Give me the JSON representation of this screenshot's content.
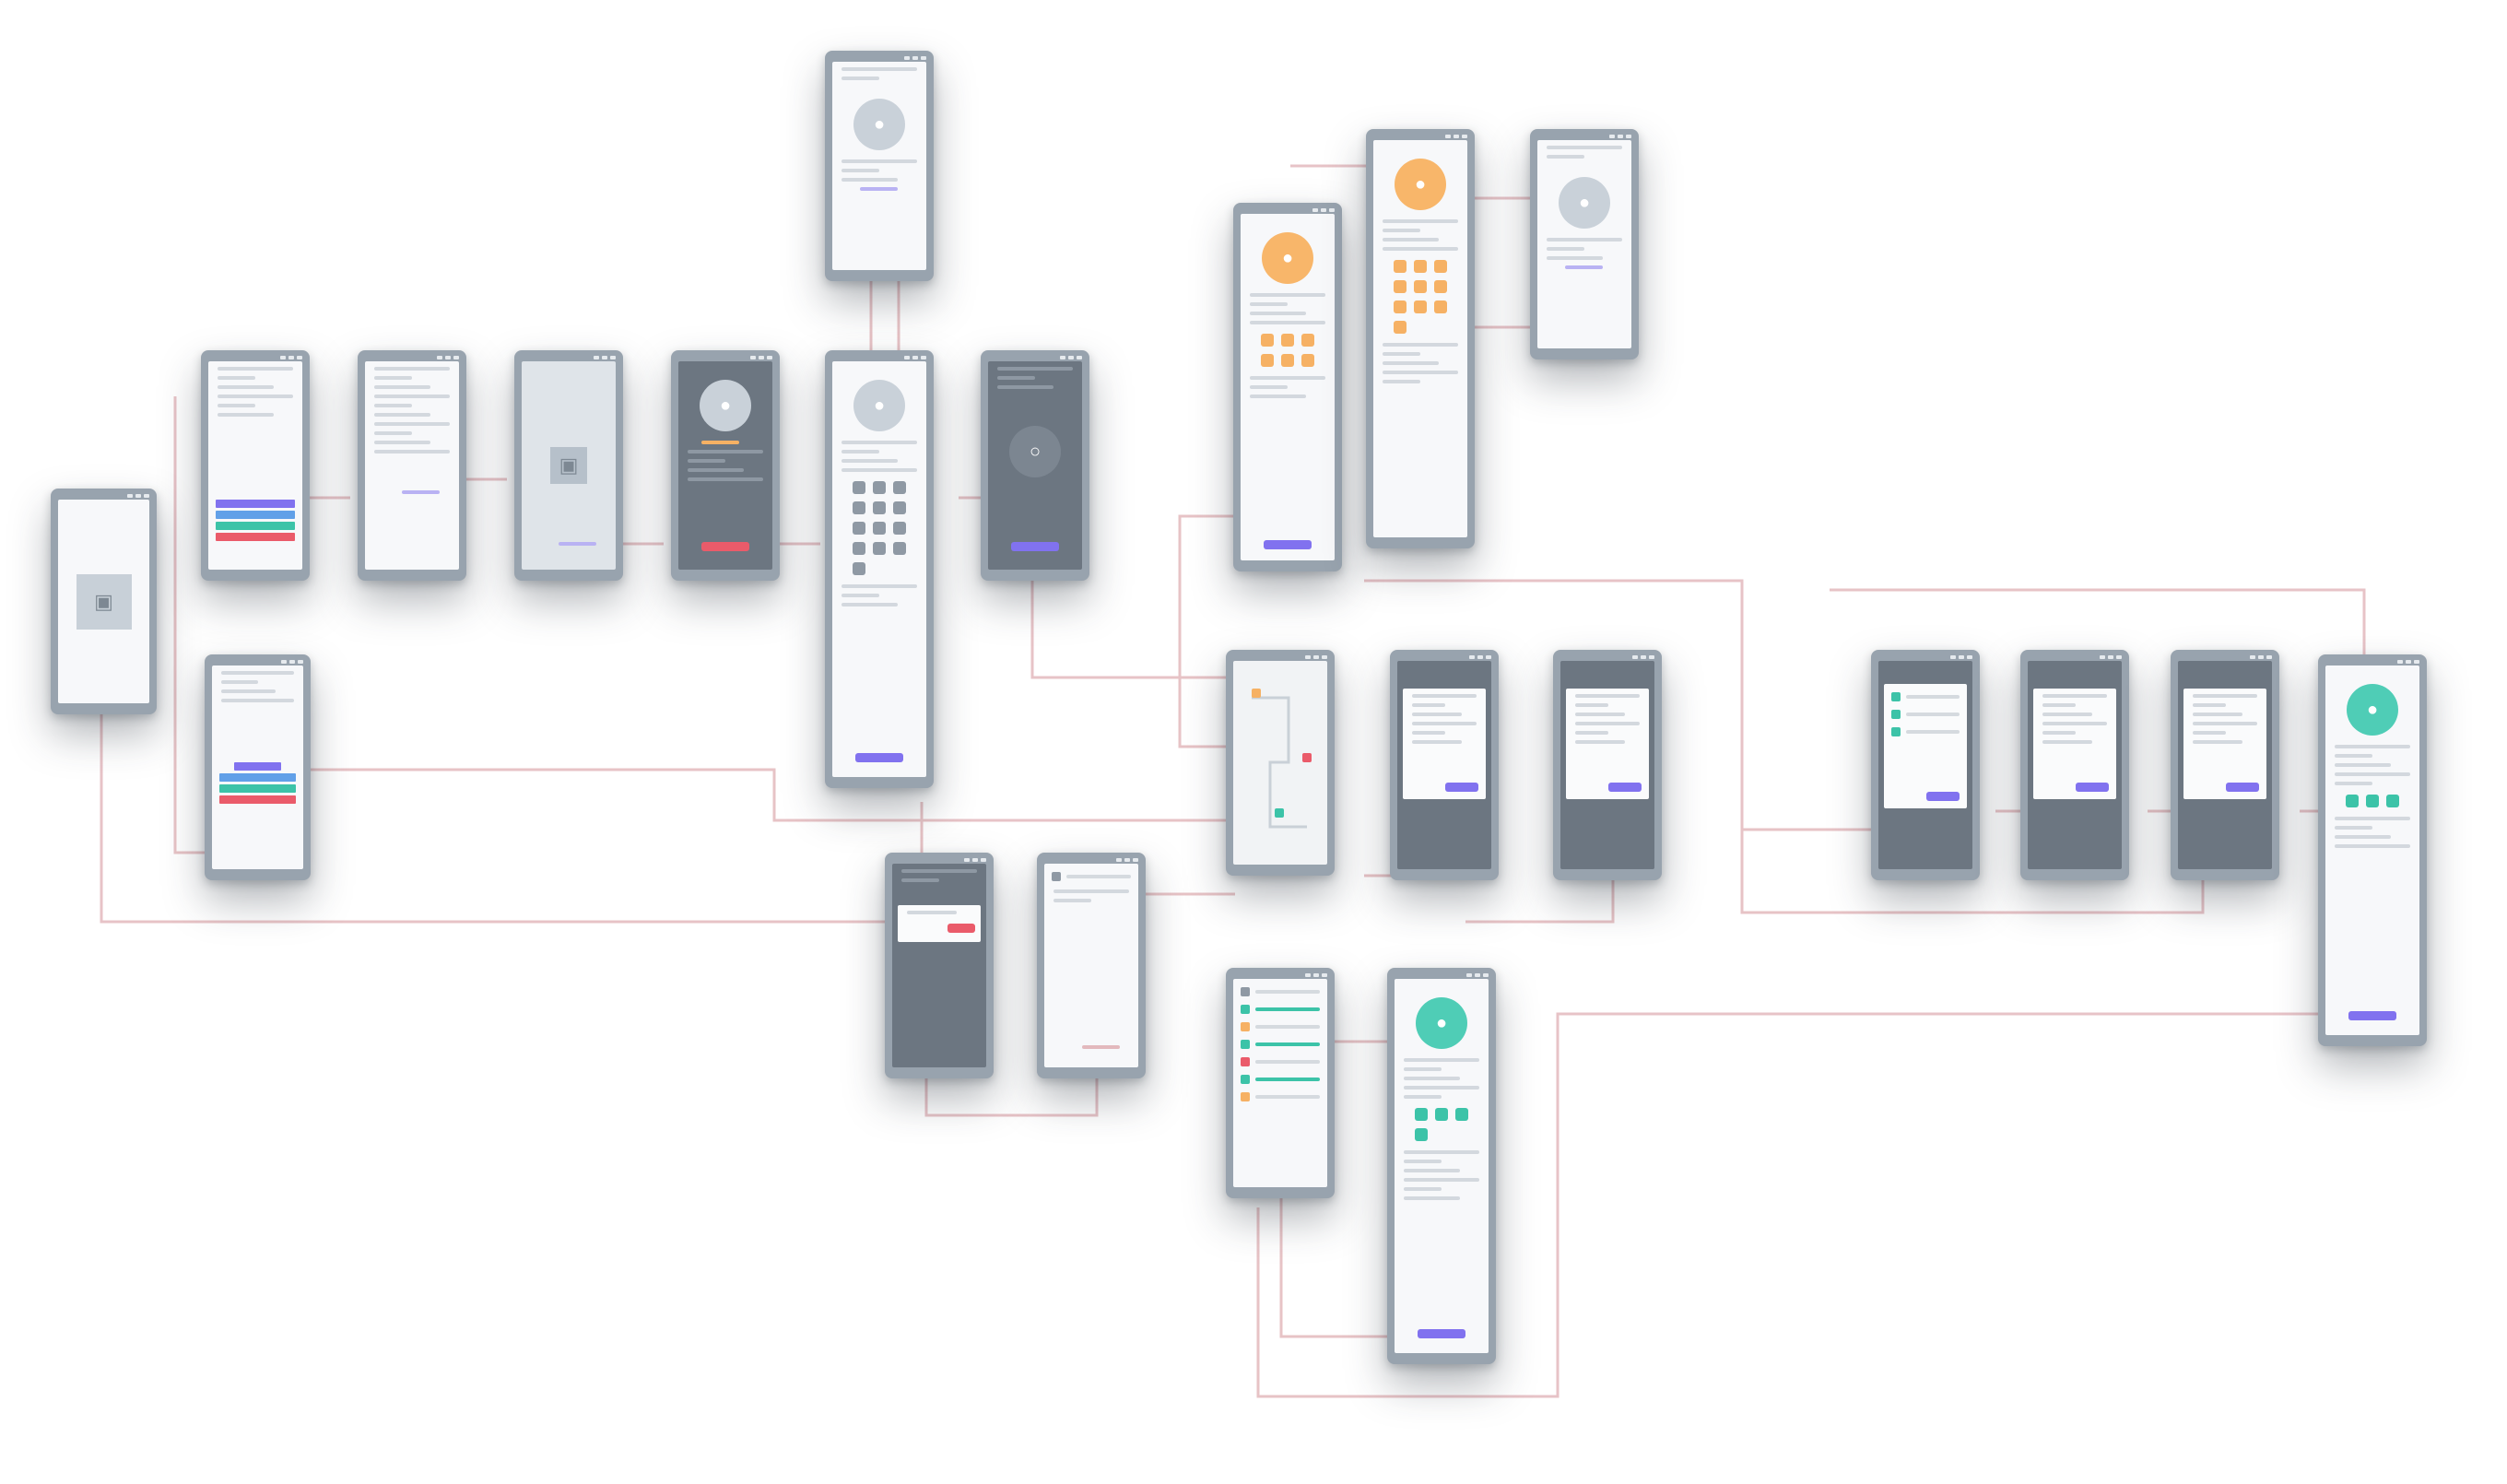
{
  "canvas": {
    "background": "#ffffff",
    "connector_color": "#e3b9bd",
    "phone_frame_color": "#98a3ae"
  },
  "colors": {
    "accent_purple": "#8172ef",
    "accent_red": "#ea5b6a",
    "accent_green": "#3cc3a8",
    "accent_orange": "#f6b164",
    "dark_screen": "#6c7681"
  },
  "screens": [
    {
      "id": "splash",
      "name": "screen-splash",
      "kind": "image-placeholder",
      "icon": "image-icon"
    },
    {
      "id": "signup",
      "name": "screen-signup-form",
      "kind": "form-stack"
    },
    {
      "id": "login",
      "name": "screen-login-form",
      "kind": "form-stack-alt"
    },
    {
      "id": "terms",
      "name": "screen-text-content",
      "kind": "text"
    },
    {
      "id": "photo",
      "name": "screen-photo-picker",
      "kind": "image-grey",
      "icon": "image-icon"
    },
    {
      "id": "dark-modal",
      "name": "screen-dark-alert",
      "kind": "dark-alert"
    },
    {
      "id": "profile-top",
      "name": "screen-profile-avatar",
      "kind": "avatar-small",
      "icon": "user-icon"
    },
    {
      "id": "profile-setup",
      "name": "screen-profile-setup",
      "kind": "avatar-grid",
      "icon": "user-icon"
    },
    {
      "id": "dark-camera",
      "name": "screen-dark-camera",
      "kind": "dark-camera",
      "icon": "user-icon"
    },
    {
      "id": "orange-profile-a",
      "name": "screen-orange-profile",
      "kind": "avatar-orange-grid",
      "icon": "user-icon"
    },
    {
      "id": "orange-profile-b",
      "name": "screen-orange-profile-detail",
      "kind": "avatar-orange-grid-long",
      "icon": "user-icon"
    },
    {
      "id": "grey-profile",
      "name": "screen-grey-profile",
      "kind": "avatar-small",
      "icon": "user-icon"
    },
    {
      "id": "map",
      "name": "screen-map",
      "kind": "map"
    },
    {
      "id": "dialog-a",
      "name": "screen-dialog-a",
      "kind": "dark-dialog"
    },
    {
      "id": "dialog-b",
      "name": "screen-dialog-b",
      "kind": "dark-dialog"
    },
    {
      "id": "dialog-c",
      "name": "screen-dialog-c",
      "kind": "dark-dialog-list"
    },
    {
      "id": "dialog-d",
      "name": "screen-dialog-d",
      "kind": "dark-dialog"
    },
    {
      "id": "dialog-e",
      "name": "screen-dialog-e",
      "kind": "dark-dialog"
    },
    {
      "id": "teal-profile-right",
      "name": "screen-teal-profile",
      "kind": "avatar-teal",
      "icon": "user-icon"
    },
    {
      "id": "dark-delete",
      "name": "screen-dark-delete",
      "kind": "dark-delete"
    },
    {
      "id": "search",
      "name": "screen-search",
      "kind": "search"
    },
    {
      "id": "teal-list",
      "name": "screen-teal-list",
      "kind": "teal-list"
    },
    {
      "id": "teal-profile-bottom",
      "name": "screen-teal-profile-long",
      "kind": "avatar-teal-long",
      "icon": "user-icon"
    }
  ]
}
